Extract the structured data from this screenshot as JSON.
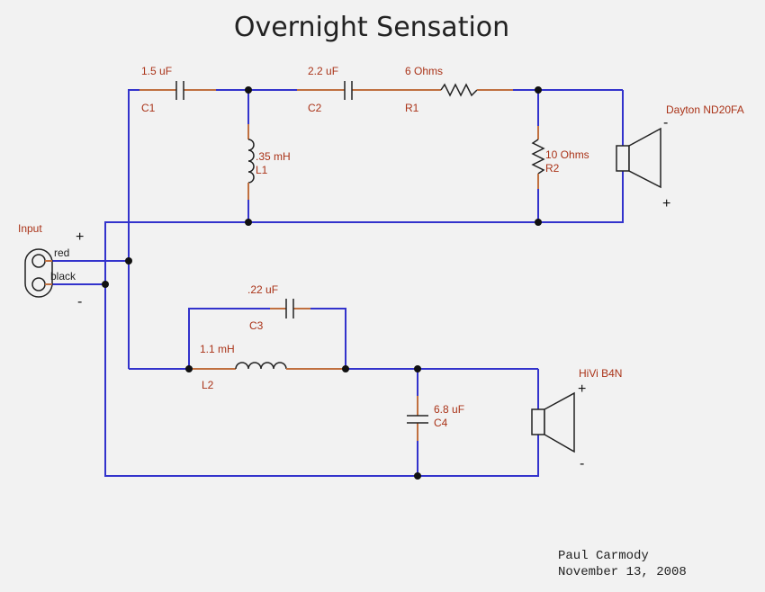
{
  "title": "Overnight Sensation",
  "colors": {
    "wire": "#3333cc",
    "component": "#c07040",
    "label": "#aa3318",
    "symbol": "#222222",
    "background": "#f2f2f2"
  },
  "input": {
    "label": "Input",
    "red_label": "red",
    "black_label": "black",
    "plus": "+",
    "minus": "-"
  },
  "components": {
    "c1": {
      "value": "1.5 uF",
      "designator": "C1"
    },
    "c2": {
      "value": "2.2 uF",
      "designator": "C2"
    },
    "r1": {
      "value": "6 Ohms",
      "designator": "R1"
    },
    "l1": {
      "value": ".35 mH",
      "designator": "L1"
    },
    "r2": {
      "value": "10 Ohms",
      "designator": "R2"
    },
    "c3": {
      "value": ".22 uF",
      "designator": "C3"
    },
    "l2": {
      "value": "1.1 mH",
      "designator": "L2"
    },
    "c4": {
      "value": "6.8 uF",
      "designator": "C4"
    }
  },
  "tweeter": {
    "name": "Dayton ND20FA",
    "minus": "-",
    "plus": "+"
  },
  "woofer": {
    "name": "HiVi B4N",
    "plus": "+",
    "minus": "-"
  },
  "credit": {
    "author": "Paul Carmody",
    "date": "November 13, 2008"
  }
}
